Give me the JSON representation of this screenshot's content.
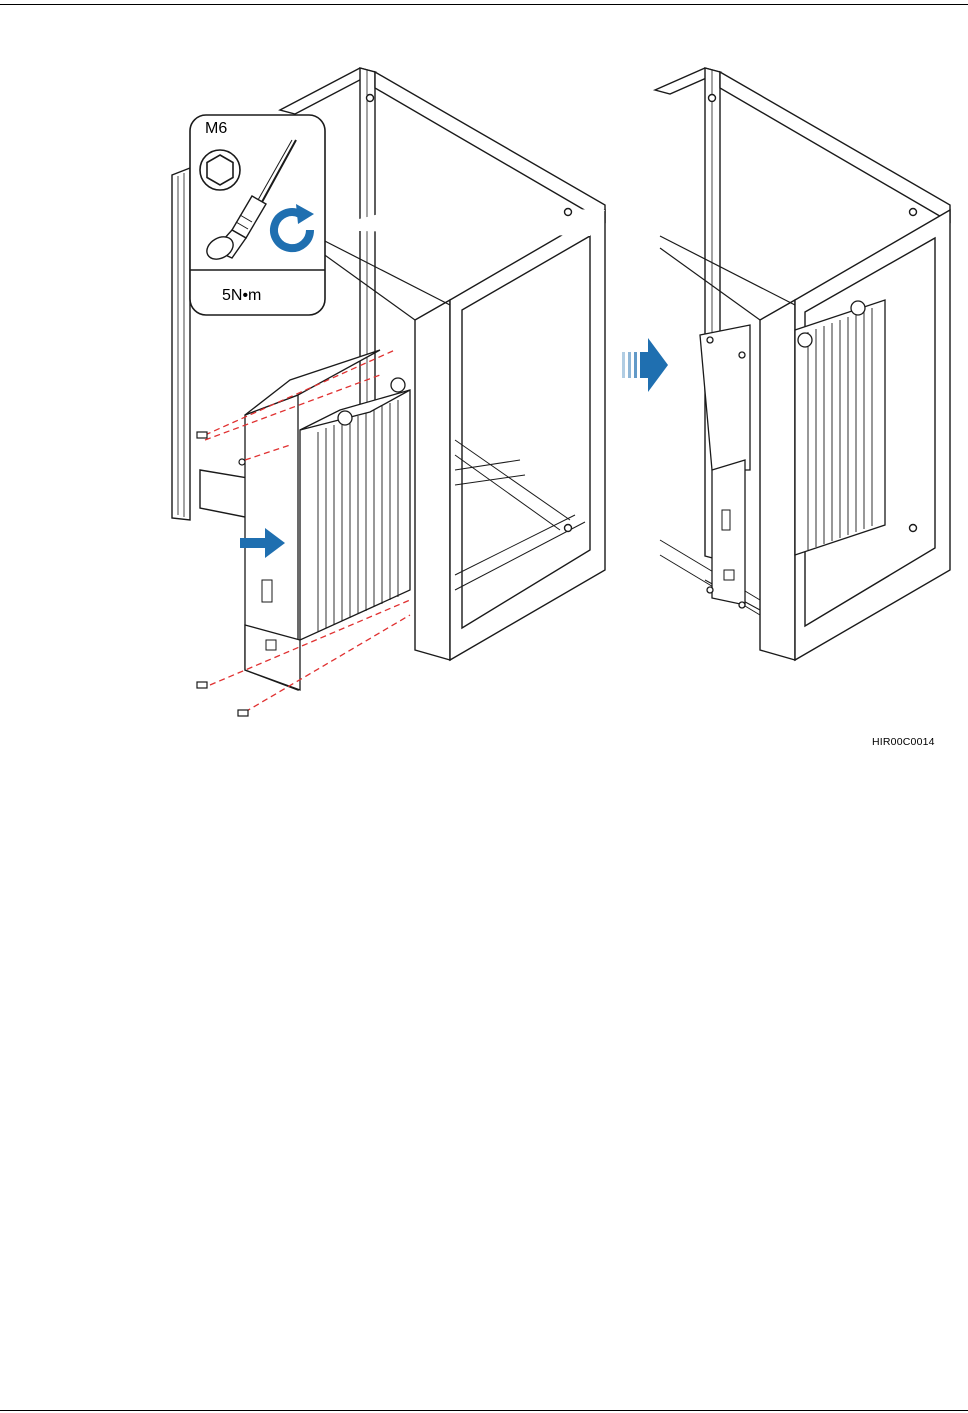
{
  "figure": {
    "tool_size": "M6",
    "torque": "5N•m",
    "figure_code": "HIR00C0014"
  },
  "colors": {
    "arrow_blue": "#1f6fb0",
    "screw_line_red": "#e03030",
    "line_dark": "#1a1a1a"
  },
  "icons": [
    "hex-socket-icon",
    "screwdriver-icon",
    "rotate-clockwise-icon",
    "insert-arrow-icon",
    "next-step-arrow-icon"
  ]
}
